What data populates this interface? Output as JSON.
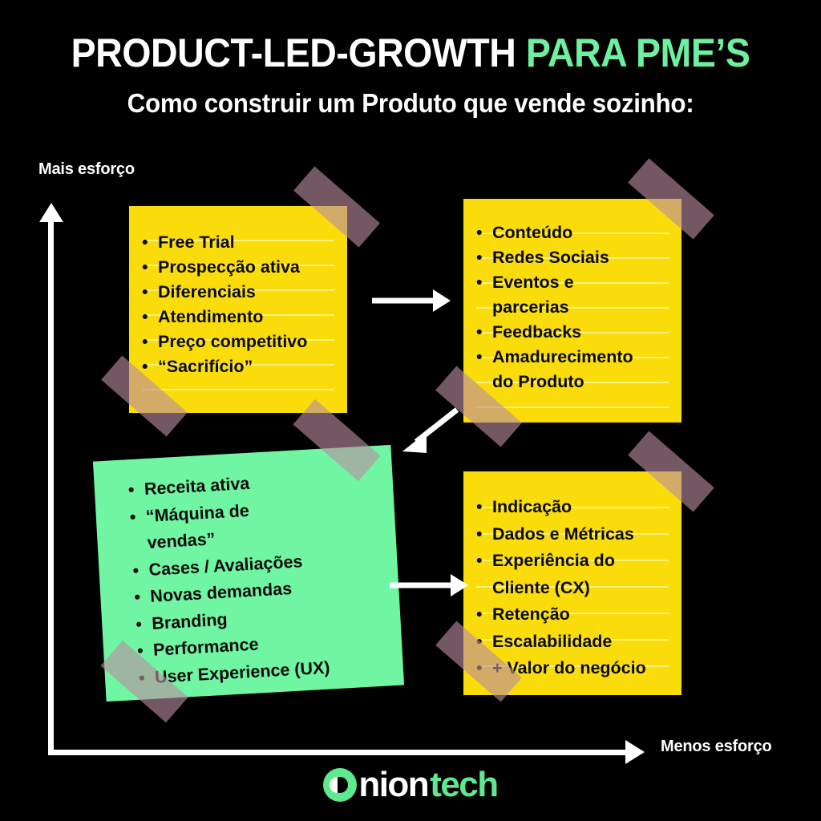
{
  "header": {
    "title_white": "PRODUCT-LED-GROWTH",
    "title_green": "PARA PME’S",
    "subtitle": "Como construir um Produto que vende sozinho:"
  },
  "axes": {
    "y_label": "Mais esforço",
    "x_label": "Menos esforço"
  },
  "colors": {
    "background": "#000000",
    "accent_green": "#6DF0A0",
    "note_yellow": "#FADC0B",
    "note_green": "#70F5A2",
    "tape": "#B98EA0",
    "text_dark": "#0B0B0B",
    "text_light": "#FFFFFF",
    "rule_line": "#FFF27A"
  },
  "quadrants": [
    {
      "id": "top-left",
      "color": "yellow",
      "items": [
        {
          "text": "Free Trial",
          "continuation": false
        },
        {
          "text": "Prospecção ativa",
          "continuation": false
        },
        {
          "text": "Diferenciais",
          "continuation": false
        },
        {
          "text": "Atendimento",
          "continuation": false
        },
        {
          "text": "Preço competitivo",
          "continuation": false
        },
        {
          "text": "“Sacrifício”",
          "continuation": false
        }
      ]
    },
    {
      "id": "top-right",
      "color": "yellow",
      "items": [
        {
          "text": "Conteúdo",
          "continuation": false
        },
        {
          "text": "Redes Sociais",
          "continuation": false
        },
        {
          "text": "Eventos e",
          "continuation": false
        },
        {
          "text": "parcerias",
          "continuation": true
        },
        {
          "text": "Feedbacks",
          "continuation": false
        },
        {
          "text": "Amadurecimento",
          "continuation": false
        },
        {
          "text": "do Produto",
          "continuation": true
        }
      ]
    },
    {
      "id": "bottom-left",
      "color": "green",
      "items": [
        {
          "text": "Receita ativa",
          "continuation": false
        },
        {
          "text": "“Máquina de",
          "continuation": false
        },
        {
          "text": "vendas”",
          "continuation": true
        },
        {
          "text": "Cases / Avaliações",
          "continuation": false
        },
        {
          "text": "Novas demandas",
          "continuation": false
        },
        {
          "text": "Branding",
          "continuation": false
        },
        {
          "text": "Performance",
          "continuation": false
        },
        {
          "text": "User Experience (UX)",
          "continuation": false
        }
      ]
    },
    {
      "id": "bottom-right",
      "color": "yellow",
      "items": [
        {
          "text": "Indicação",
          "continuation": false
        },
        {
          "text": "Dados e Métricas",
          "continuation": false
        },
        {
          "text": "Experiência do",
          "continuation": false
        },
        {
          "text": "Cliente (CX)",
          "continuation": true
        },
        {
          "text": "Retenção",
          "continuation": false
        },
        {
          "text": "Escalabilidade",
          "continuation": false
        },
        {
          "text": "+ Valor do negócio",
          "continuation": false
        }
      ]
    }
  ],
  "bullet_glyph": "•",
  "connectors": [
    {
      "id": "top-left-to-top-right",
      "direction": "right"
    },
    {
      "id": "top-right-to-bottom-left",
      "direction": "down-left"
    },
    {
      "id": "bottom-left-to-bottom-right",
      "direction": "right"
    }
  ],
  "logo": {
    "mark": "onion-ring-icon",
    "text_white": "nion",
    "text_green": "tech"
  }
}
